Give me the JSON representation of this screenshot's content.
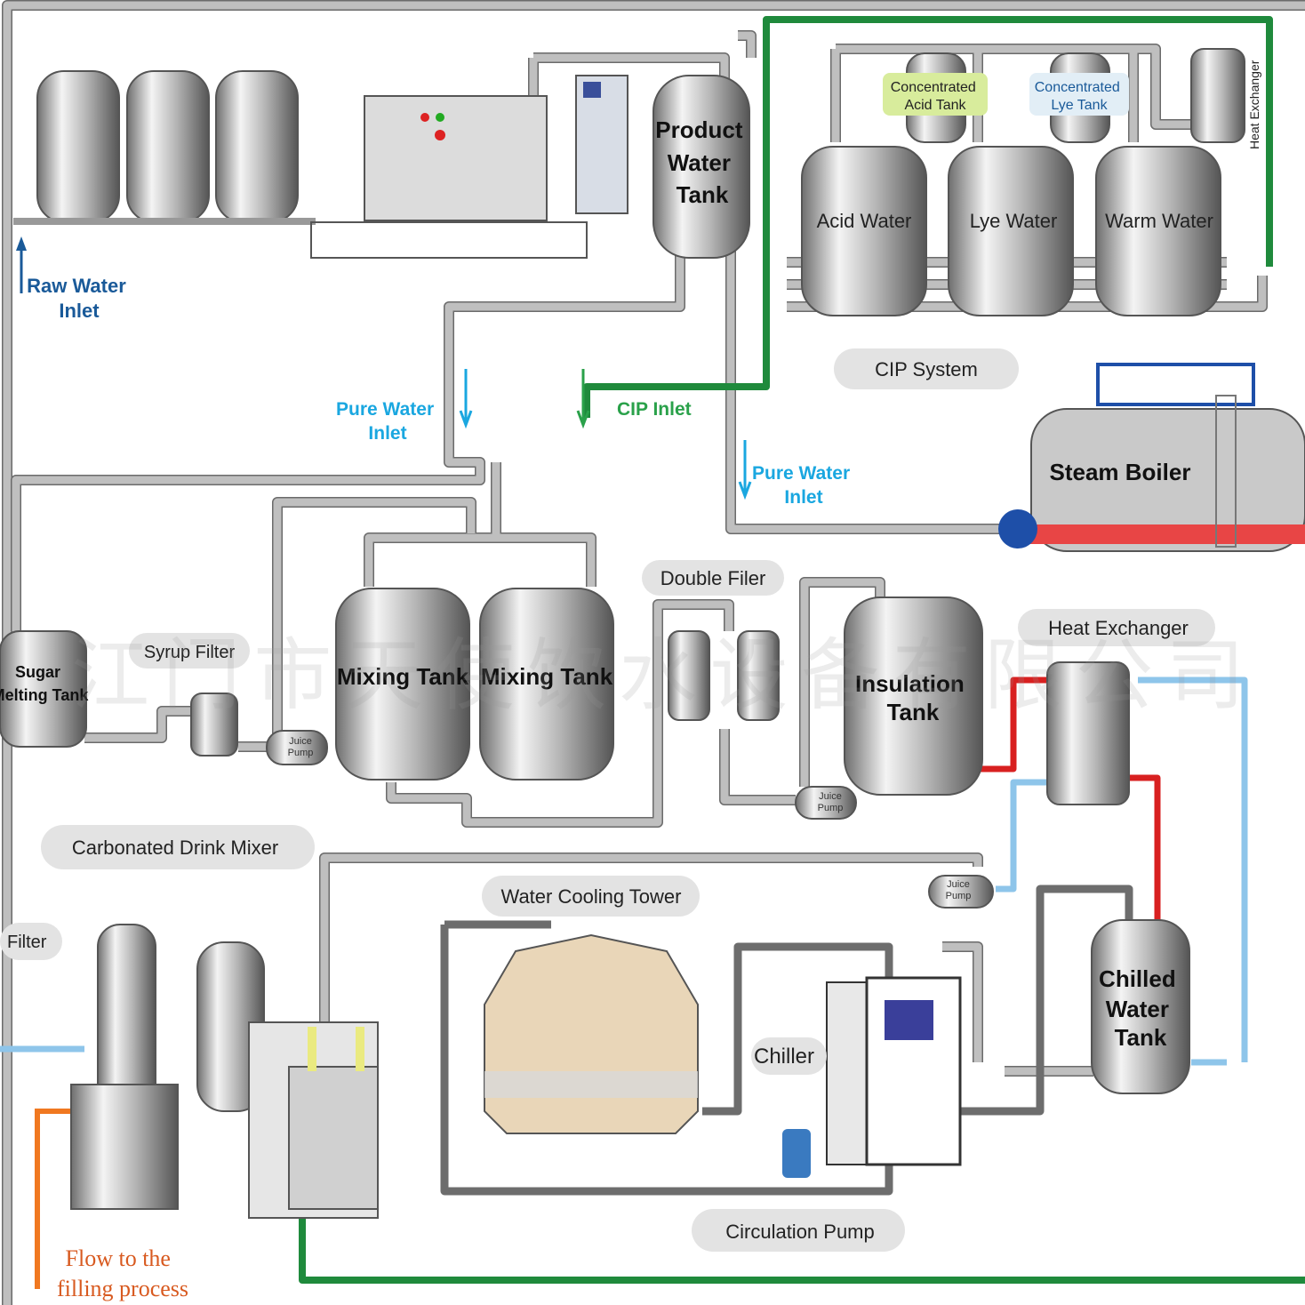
{
  "watermark": "江门市天使饮水设备有限公司",
  "labels": {
    "raw_water_inlet": [
      "Raw Water",
      "Inlet"
    ],
    "product_water_tank": [
      "Product",
      "Water",
      "Tank"
    ],
    "concentrated_acid_tank": [
      "Concentrated",
      "Acid Tank"
    ],
    "concentrated_lye_tank": [
      "Concentrated",
      "Lye Tank"
    ],
    "heat_exchanger_top": "Heat Exchanger",
    "acid_water": "Acid Water",
    "lye_water": "Lye Water",
    "warm_water": "Warm Water",
    "cip_system": "CIP System",
    "pure_water_inlet_1": [
      "Pure Water",
      "Inlet"
    ],
    "cip_inlet": "CIP Inlet",
    "pure_water_inlet_2": [
      "Pure Water",
      "Inlet"
    ],
    "steam_boiler": "Steam Boiler",
    "double_filer": "Double Filer",
    "heat_exchanger_mid": "Heat Exchanger",
    "sugar_melting_tank": [
      "Sugar",
      "Melting Tank"
    ],
    "syrup_filter": "Syrup Filter",
    "juice_pump": [
      "Juice",
      "Pump"
    ],
    "mixing_tank": "Mixing Tank",
    "insulation_tank": [
      "Insulation",
      "Tank"
    ],
    "carbonated_drink_mixer": "Carbonated Drink Mixer",
    "water_cooling_tower": "Water Cooling Tower",
    "filter": "Filter",
    "chiller": "Chiller",
    "chilled_water_tank": [
      "Chilled",
      "Water",
      "Tank"
    ],
    "circulation_pump": "Circulation Pump",
    "flow_to_filling": [
      "Flow to the",
      "filling process"
    ]
  },
  "colors": {
    "pipe": "#bfbfbf",
    "cip_line": "#1f8a3c",
    "hot_line": "#d82020",
    "cold_line": "#8ec5ea",
    "output_line": "#f07820",
    "label_pill": "#e3e3e3"
  }
}
